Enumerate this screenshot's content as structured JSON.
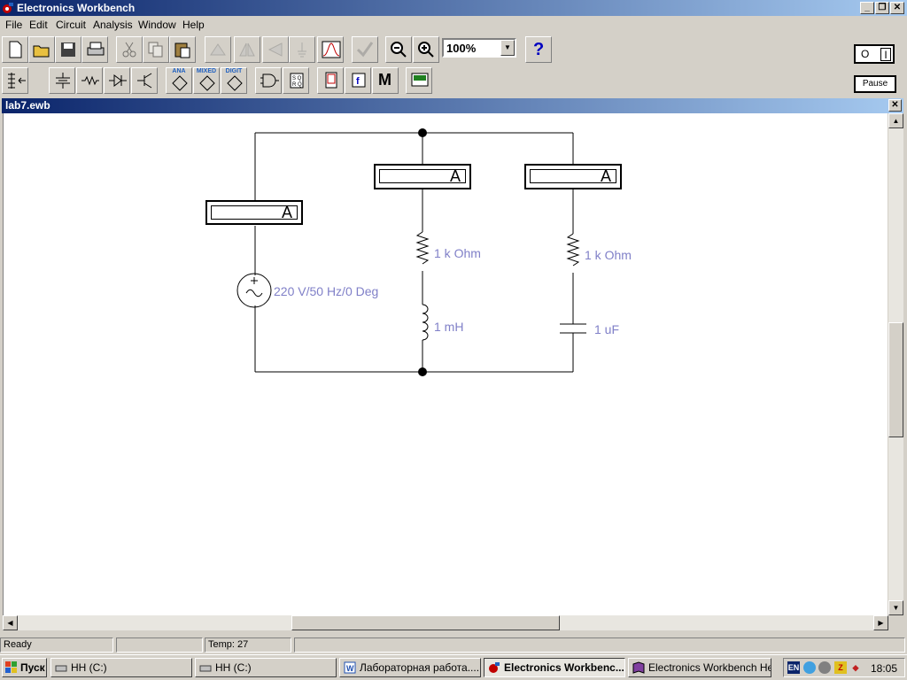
{
  "window": {
    "title": "Electronics Workbench"
  },
  "menu": [
    "File",
    "Edit",
    "Circuit",
    "Analysis",
    "Window",
    "Help"
  ],
  "toolbar": {
    "zoom": "100%",
    "help": "?"
  },
  "parts_bin": {
    "ana": "ANA",
    "mixed": "MIXED",
    "digit": "DIGIT",
    "meter": "M"
  },
  "power": {
    "off": "O",
    "on": "I",
    "pause": "Pause"
  },
  "document": {
    "title": "lab7.ewb"
  },
  "circuit": {
    "ammeter_symbol": "A",
    "source_label": "220 V/50 Hz/0 Deg",
    "r1_label": "1 k Ohm",
    "r2_label": "1 k Ohm",
    "inductor_label": "1 mH",
    "capacitor_label": "1 uF"
  },
  "status": {
    "ready": "Ready",
    "blank": "",
    "temp": "Temp:  27"
  },
  "taskbar": {
    "start": "Пуск",
    "tasks": [
      "HH (C:)",
      "HH (C:)",
      "Лабораторная работа....",
      "Electronics Workbenc...",
      "Electronics Workbench Help"
    ],
    "tray_lang": "EN",
    "time": "18:05"
  }
}
